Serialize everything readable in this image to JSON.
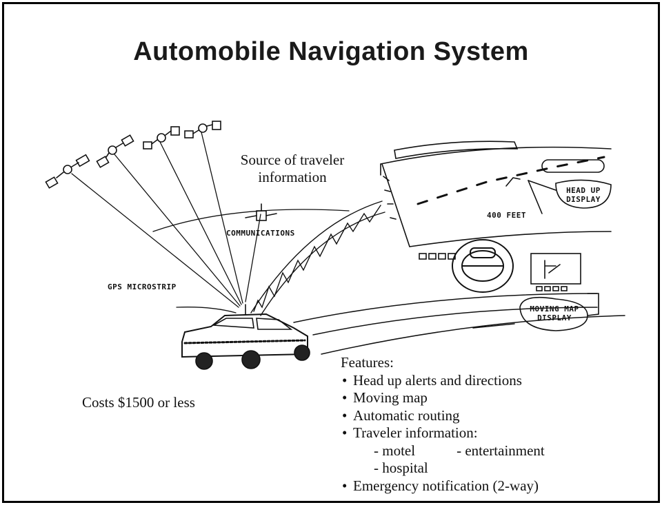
{
  "title": "Automobile Navigation System",
  "source_label": "Source of traveler information",
  "communications_label": "COMMUNICATIONS",
  "gps_label": "GPS MICROSTRIP",
  "head_up_label": "HEAD UP DISPLAY",
  "distance_label": "400 FEET",
  "moving_map_label": "MOVING MAP DISPLAY",
  "cost": "Costs $1500 or less",
  "features": {
    "heading": "Features:",
    "items": [
      "Head up alerts and directions",
      "Moving map",
      "Automatic routing",
      "Traveler information:"
    ],
    "sub_items": [
      "- motel",
      "- entertainment",
      "- hospital"
    ],
    "last_item": "Emergency notification (2-way)"
  }
}
